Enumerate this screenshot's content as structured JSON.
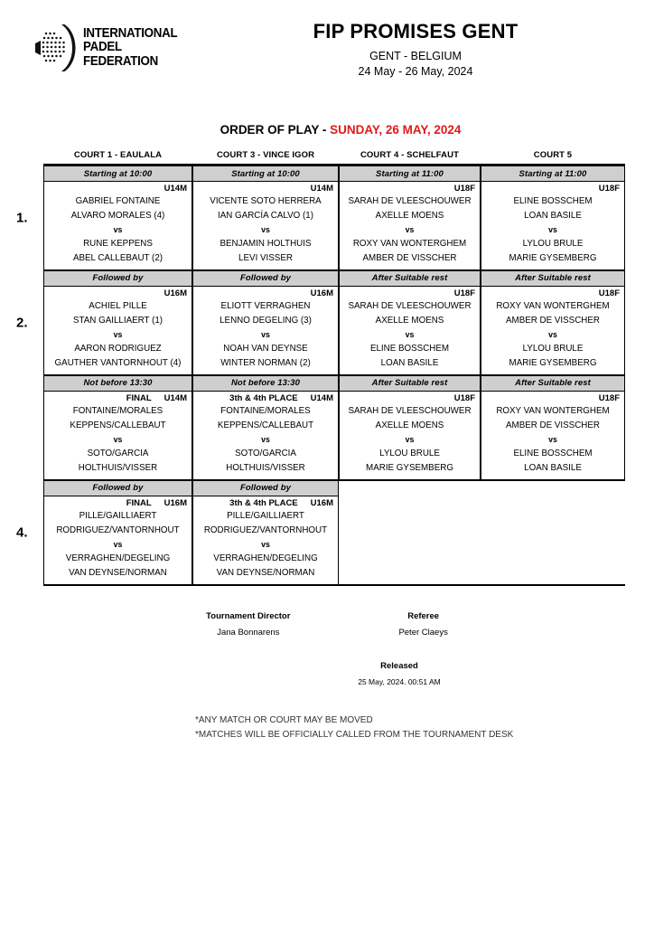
{
  "header": {
    "logo_lines": [
      "INTERNATIONAL",
      "PADEL",
      "FEDERATION"
    ],
    "event_title": "FIP PROMISES GENT",
    "event_location": "GENT - BELGIUM",
    "event_dates": "24 May - 26 May, 2024"
  },
  "order_of_play": {
    "label": "ORDER OF PLAY - ",
    "date": "SUNDAY, 26 MAY, 2024",
    "date_color": "#e01b18"
  },
  "courts": [
    {
      "name": "COURT 1 - EAULALA"
    },
    {
      "name": "COURT 3 - VINCE IGOR"
    },
    {
      "name": "COURT 4 - SCHELFAUT"
    },
    {
      "name": "COURT 5"
    }
  ],
  "blocks": [
    {
      "number": "1.",
      "matches": [
        {
          "time": "Starting at 10:00",
          "stage": "",
          "category": "U14M",
          "team_a": [
            "GABRIEL FONTAINE",
            "ALVARO MORALES (4)"
          ],
          "vs": "vs",
          "team_b": [
            "RUNE KEPPENS",
            "ABEL CALLEBAUT (2)"
          ]
        },
        {
          "time": "Starting at 10:00",
          "stage": "",
          "category": "U14M",
          "team_a": [
            "VICENTE SOTO HERRERA",
            "IAN GARCÍA CALVO (1)"
          ],
          "vs": "vs",
          "team_b": [
            "BENJAMIN HOLTHUIS",
            "LEVI VISSER"
          ]
        },
        {
          "time": "Starting at 11:00",
          "stage": "",
          "category": "U18F",
          "team_a": [
            "SARAH DE VLEESCHOUWER",
            "AXELLE MOENS"
          ],
          "vs": "vs",
          "team_b": [
            "ROXY VAN WONTERGHEM",
            "AMBER DE VISSCHER"
          ]
        },
        {
          "time": "Starting at 11:00",
          "stage": "",
          "category": "U18F",
          "team_a": [
            "ELINE BOSSCHEM",
            "LOAN BASILE"
          ],
          "vs": "vs",
          "team_b": [
            "LYLOU BRULE",
            "MARIE GYSEMBERG"
          ]
        }
      ]
    },
    {
      "number": "2.",
      "matches": [
        {
          "time": "Followed by",
          "stage": "",
          "category": "U16M",
          "team_a": [
            "ACHIEL PILLE",
            "STAN GAILLIAERT (1)"
          ],
          "vs": "vs",
          "team_b": [
            "AARON RODRIGUEZ",
            "GAUTHER VANTORNHOUT (4)"
          ]
        },
        {
          "time": "Followed by",
          "stage": "",
          "category": "U16M",
          "team_a": [
            "ELIOTT VERRAGHEN",
            "LENNO DEGELING (3)"
          ],
          "vs": "vs",
          "team_b": [
            "NOAH VAN DEYNSE",
            "WINTER NORMAN (2)"
          ]
        },
        {
          "time": "After Suitable rest",
          "stage": "",
          "category": "U18F",
          "team_a": [
            "SARAH DE VLEESCHOUWER",
            "AXELLE MOENS"
          ],
          "vs": "vs",
          "team_b": [
            "ELINE BOSSCHEM",
            "LOAN BASILE"
          ]
        },
        {
          "time": "After Suitable rest",
          "stage": "",
          "category": "U18F",
          "team_a": [
            "ROXY VAN WONTERGHEM",
            "AMBER DE VISSCHER"
          ],
          "vs": "vs",
          "team_b": [
            "LYLOU BRULE",
            "MARIE GYSEMBERG"
          ]
        }
      ]
    },
    {
      "number": "",
      "matches": [
        {
          "time": "Not before 13:30",
          "stage": "FINAL",
          "category": "U14M",
          "team_a": [
            "FONTAINE/MORALES",
            "KEPPENS/CALLEBAUT"
          ],
          "vs": "vs",
          "team_b": [
            "SOTO/GARCIA",
            "HOLTHUIS/VISSER"
          ]
        },
        {
          "time": "Not before 13:30",
          "stage": "3th & 4th PLACE",
          "category": "U14M",
          "team_a": [
            "FONTAINE/MORALES",
            "KEPPENS/CALLEBAUT"
          ],
          "vs": "vs",
          "team_b": [
            "SOTO/GARCIA",
            "HOLTHUIS/VISSER"
          ]
        },
        {
          "time": "After Suitable rest",
          "stage": "",
          "category": "U18F",
          "team_a": [
            "SARAH DE VLEESCHOUWER",
            "AXELLE MOENS"
          ],
          "vs": "vs",
          "team_b": [
            "LYLOU BRULE",
            "MARIE GYSEMBERG"
          ]
        },
        {
          "time": "After Suitable rest",
          "stage": "",
          "category": "U18F",
          "team_a": [
            "ROXY VAN WONTERGHEM",
            "AMBER DE VISSCHER"
          ],
          "vs": "vs",
          "team_b": [
            "ELINE BOSSCHEM",
            "LOAN BASILE"
          ]
        }
      ]
    },
    {
      "number": "4.",
      "matches": [
        {
          "time": "Followed by",
          "stage": "FINAL",
          "category": "U16M",
          "team_a": [
            "PILLE/GAILLIAERT",
            "RODRIGUEZ/VANTORNHOUT"
          ],
          "vs": "vs",
          "team_b": [
            "VERRAGHEN/DEGELING",
            "VAN DEYNSE/NORMAN"
          ]
        },
        {
          "time": "Followed by",
          "stage": "3th & 4th PLACE",
          "category": "U16M",
          "team_a": [
            "PILLE/GAILLIAERT",
            "RODRIGUEZ/VANTORNHOUT"
          ],
          "vs": "vs",
          "team_b": [
            "VERRAGHEN/DEGELING",
            "VAN DEYNSE/NORMAN"
          ]
        },
        null,
        null
      ]
    }
  ],
  "footer": {
    "tournament_director_label": "Tournament Director",
    "tournament_director_name": "Jana Bonnarens",
    "referee_label": "Referee",
    "referee_name": "Peter Claeys",
    "released_label": "Released",
    "released_time": "25 May, 2024. 00:51 AM",
    "note_1": "*ANY MATCH OR COURT MAY BE MOVED",
    "note_2": "*MATCHES WILL BE OFFICIALLY CALLED FROM THE TOURNAMENT DESK"
  }
}
